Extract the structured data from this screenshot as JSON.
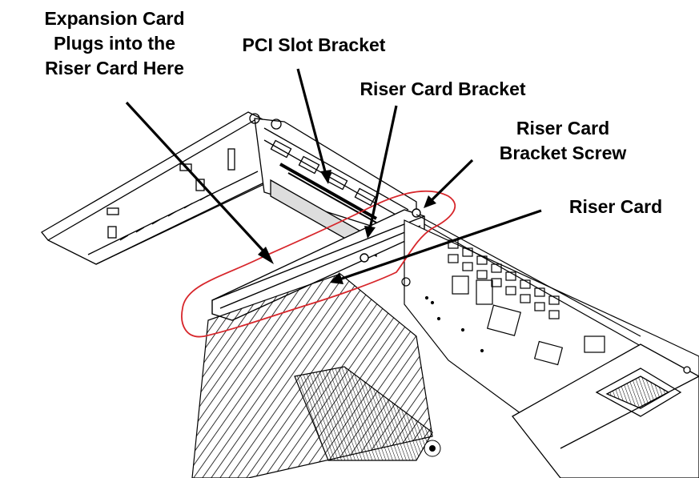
{
  "labels": {
    "expansion": [
      "Expansion Card",
      "Plugs into the",
      "Riser Card Here"
    ],
    "pci_slot_bracket": "PCI Slot Bracket",
    "riser_card_bracket": "Riser Card Bracket",
    "riser_card_bracket_screw": [
      "Riser Card",
      "Bracket Screw"
    ],
    "riser_card": "Riser Card"
  },
  "colors": {
    "highlight": "#d7262b",
    "line": "#000000"
  }
}
